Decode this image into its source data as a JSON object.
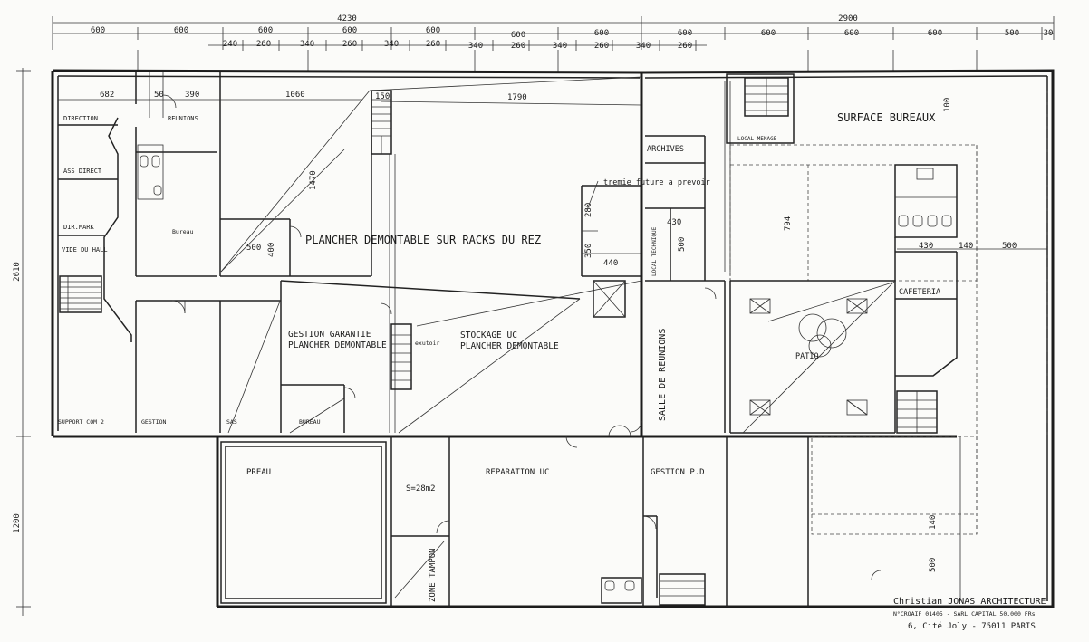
{
  "dimensions": {
    "top_total_left": "4230",
    "top_total_right": "2900",
    "top_row1": [
      "600",
      "600",
      "600",
      "600",
      "600",
      "600",
      "600",
      "600",
      "600",
      "600",
      "600",
      "500",
      "30"
    ],
    "top_row2": [
      "240",
      "260",
      "340",
      "260",
      "340",
      "260",
      "340",
      "260",
      "340",
      "260",
      "340",
      "260"
    ],
    "left_total": "2610",
    "left_lower": "1200"
  },
  "rooms": {
    "direction": "DIRECTION",
    "reunions": "REUNIONS",
    "ass_direct": "ASS DIRECT",
    "dir_mark": "DIR.MARK",
    "vide_hall": "VIDE DU HALL",
    "support": "SUPPORT COM 2",
    "gestion": "GESTION",
    "sas": "SAS",
    "bureau_small": "BUREAU",
    "bureau_top": "Bureau",
    "plancher_racks": "PLANCHER DEMONTABLE SUR RACKS DU REZ",
    "gestion_garantie_1": "GESTION GARANTIE",
    "gestion_garantie_2": "PLANCHER DEMONTABLE",
    "exutoir": "exutoir",
    "stockage_1": "STOCKAGE UC",
    "stockage_2": "PLANCHER DEMONTABLE",
    "archives": "ARCHIVES",
    "local_technique": "LOCAL TECHNIQUE",
    "tremie": "tremie future a prevoir",
    "salle_reunions": "SALLE DE REUNIONS",
    "local_menage": "LOCAL MENAGE",
    "surface_bureaux": "SURFACE BUREAUX",
    "cafeteria": "CAFETERIA",
    "patio": "PATIO",
    "preau": "PREAU",
    "surface_28": "S=28m2",
    "reparation": "REPARATION UC",
    "gestion_pd": "GESTION P.D",
    "zone_tampon": "ZONE TAMPON"
  },
  "room_dims": {
    "d682": "682",
    "d50": "50",
    "d390": "390",
    "d1060": "1060",
    "d150": "150",
    "d1790": "1790",
    "d1470": "1470",
    "d500a": "500",
    "d400": "400",
    "d280": "280",
    "d350": "350",
    "d440": "440",
    "d430a": "430",
    "d500b": "500",
    "d794": "794",
    "d430b": "430",
    "d140a": "140",
    "d500c": "500",
    "d100": "100",
    "d140b": "140",
    "d500d": "500"
  },
  "title_block": {
    "architect": "Christian JONAS ARCHITECTURE",
    "registration": "N°CROAIF 01405 - SARL CAPITAL 50.000 FRs",
    "address": "6, Cité Joly - 75011 PARIS"
  }
}
